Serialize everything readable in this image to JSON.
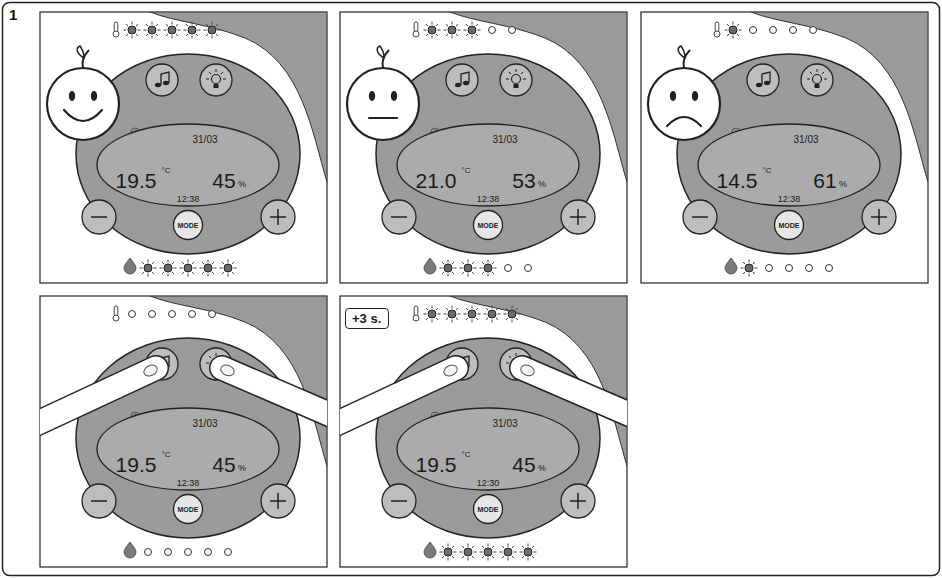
{
  "diagram": {
    "nodes": [
      {
        "text": [
          "31/03",
          "19.5",
          "°C",
          "45",
          "%",
          "12:38"
        ]
      },
      {
        "text": [
          "MODE"
        ]
      },
      {
        "text": [
          "31/03",
          "21.0",
          "°C",
          "53",
          "%",
          "12:38"
        ]
      },
      {
        "text": [
          "MODE"
        ]
      },
      {
        "text": [
          "31/03",
          "14.5",
          "°C",
          "61",
          "%",
          "12:38"
        ]
      },
      {
        "text": [
          "MODE"
        ]
      },
      {
        "text": [
          "31/03",
          "19.5",
          "°C",
          "45",
          "%",
          "12:38"
        ]
      },
      {
        "text": [
          "MODE"
        ]
      },
      {
        "text": [
          "+3 s."
        ]
      },
      {
        "text": [
          "31/03",
          "19.5",
          "°C",
          "45",
          "%",
          "12:30"
        ]
      },
      {
        "text": [
          "MODE"
        ]
      }
    ],
    "labels": [
      "1"
    ]
  }
}
